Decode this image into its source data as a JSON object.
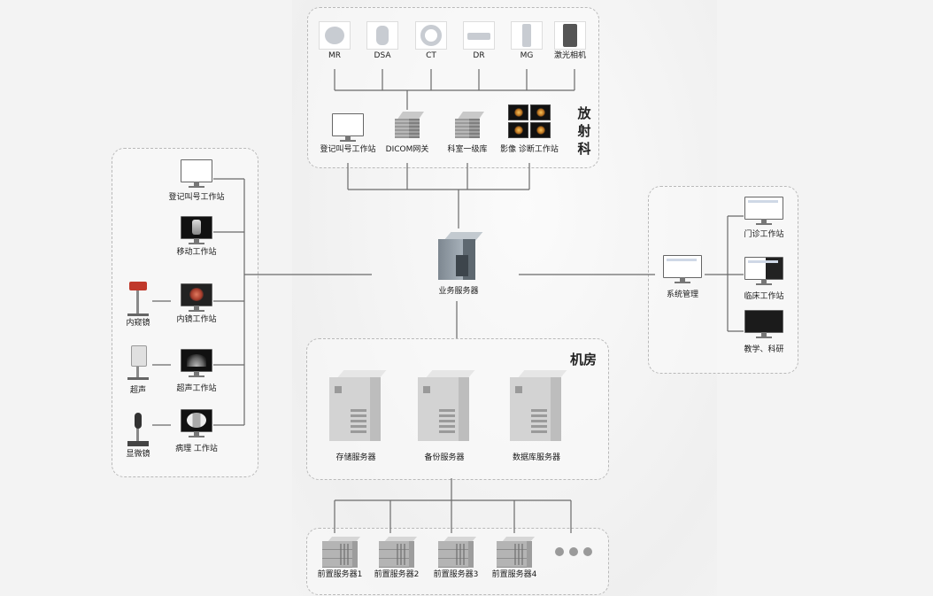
{
  "radiology": {
    "title_chars": [
      "放",
      "射",
      "科"
    ],
    "modalities": [
      "MR",
      "DSA",
      "CT",
      "DR",
      "MG",
      "激光相机"
    ],
    "workstations": [
      "登记叫号工作站",
      "DICOM网关",
      "科室一级库",
      "影像 诊断工作站"
    ]
  },
  "left": {
    "stations": [
      "登记叫号工作站",
      "移动工作站",
      "内镜工作站",
      "超声工作站",
      "病理 工作站"
    ],
    "devices": [
      "内窥镜",
      "超声",
      "显微镜"
    ]
  },
  "center": {
    "business_server": "业务服务器"
  },
  "right": {
    "system": "系统管理",
    "stations": [
      "门诊工作站",
      "临床工作站",
      "教学、科研"
    ]
  },
  "room": {
    "title": "机房",
    "servers": [
      "存储服务器",
      "备份服务器",
      "数据库服务器"
    ]
  },
  "front": {
    "servers": [
      "前置服务器1",
      "前置服务器2",
      "前置服务器3",
      "前置服务器4"
    ]
  }
}
